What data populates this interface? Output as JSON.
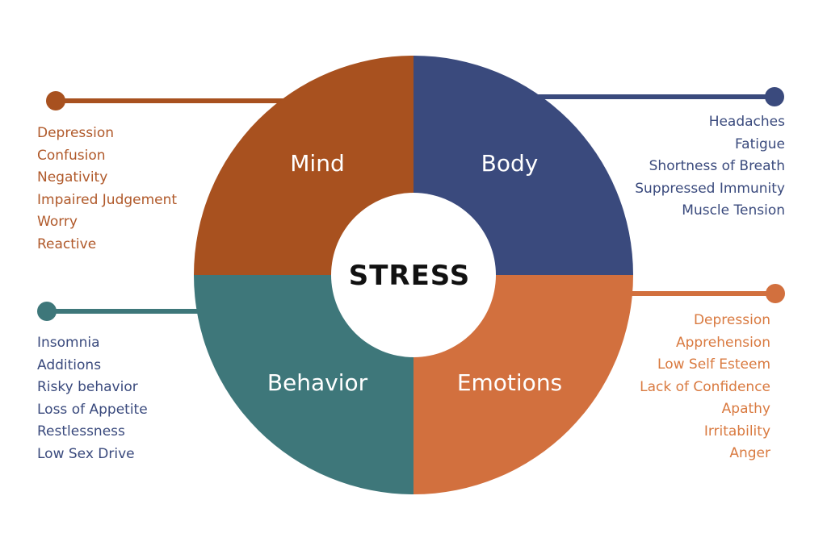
{
  "colors": {
    "mind": "#A8511F",
    "body": "#3A4A7D",
    "behavior": "#3E777A",
    "emotions": "#D2703E",
    "mind_text": "#B0592A",
    "body_text": "#3A4A7D",
    "behavior_text": "#3A4A7D",
    "emotions_text": "#D97A40",
    "center_fill": "#FFFFFF"
  },
  "center": {
    "label": "STRESS"
  },
  "segments": {
    "mind": {
      "label": "Mind",
      "items": [
        "Depression",
        "Confusion",
        "Negativity",
        "Impaired Judgement",
        "Worry",
        "Reactive"
      ]
    },
    "body": {
      "label": "Body",
      "items": [
        "Headaches",
        "Fatigue",
        "Shortness of Breath",
        "Suppressed Immunity",
        "Muscle Tension"
      ]
    },
    "behavior": {
      "label": "Behavior",
      "items": [
        "Insomnia",
        "Additions",
        "Risky behavior",
        "Loss of Appetite",
        "Restlessness",
        "Low Sex Drive"
      ]
    },
    "emotions": {
      "label": "Emotions",
      "items": [
        "Depression",
        "Apprehension",
        "Low Self Esteem",
        "Lack of Confidence",
        "Apathy",
        "Irritability",
        "Anger"
      ]
    }
  }
}
